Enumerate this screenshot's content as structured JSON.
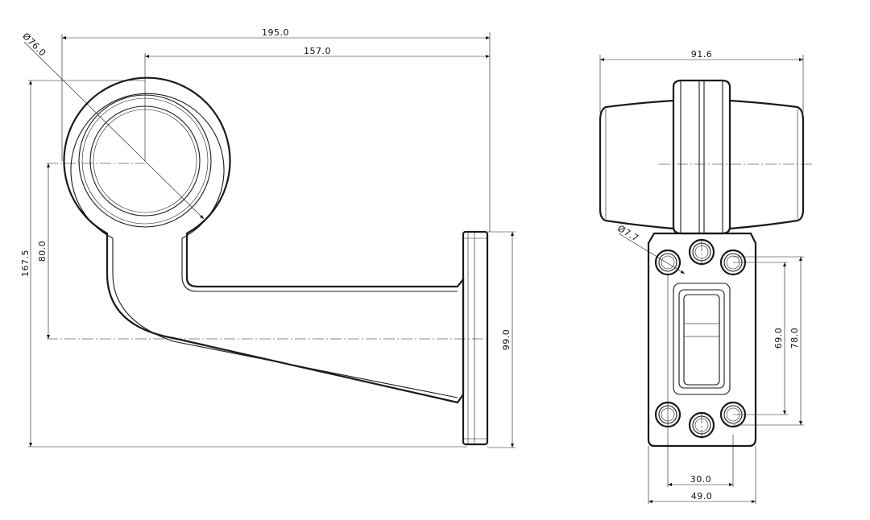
{
  "drawing": {
    "side_view": {
      "dim_overall_width": "195.0",
      "dim_center_to_mount": "157.0",
      "dim_lens_diameter": "Ø76.0",
      "dim_overall_height": "167.5",
      "dim_lens_to_arm": "80.0",
      "dim_flange_height": "99.0"
    },
    "front_view": {
      "dim_housing_width": "91.6",
      "dim_hole_diameter": "Ø7.7",
      "dim_hole_spacing_inner": "69.0",
      "dim_hole_spacing_outer": "78.0",
      "dim_hole_spacing_x": "30.0",
      "dim_plate_width": "49.0"
    }
  }
}
